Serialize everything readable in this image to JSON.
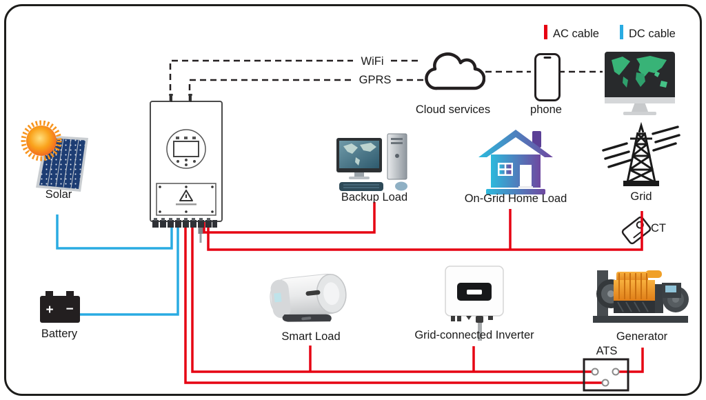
{
  "legend": {
    "ac_label": "AC cable",
    "dc_label": "DC cable",
    "ac_color": "#e60012",
    "dc_color": "#29abe2"
  },
  "comms": {
    "wifi_label": "WiFi",
    "gprs_label": "GPRS"
  },
  "labels": {
    "solar": "Solar",
    "battery": "Battery",
    "backup_load": "Backup Load",
    "ongrid_home_load": "On-Grid Home Load",
    "grid": "Grid",
    "smart_load": "Smart Load",
    "grid_connected_inverter": "Grid-connected Inverter",
    "generator": "Generator",
    "cloud_services": "Cloud services",
    "phone": "phone",
    "ats": "ATS",
    "ct": "CT"
  }
}
